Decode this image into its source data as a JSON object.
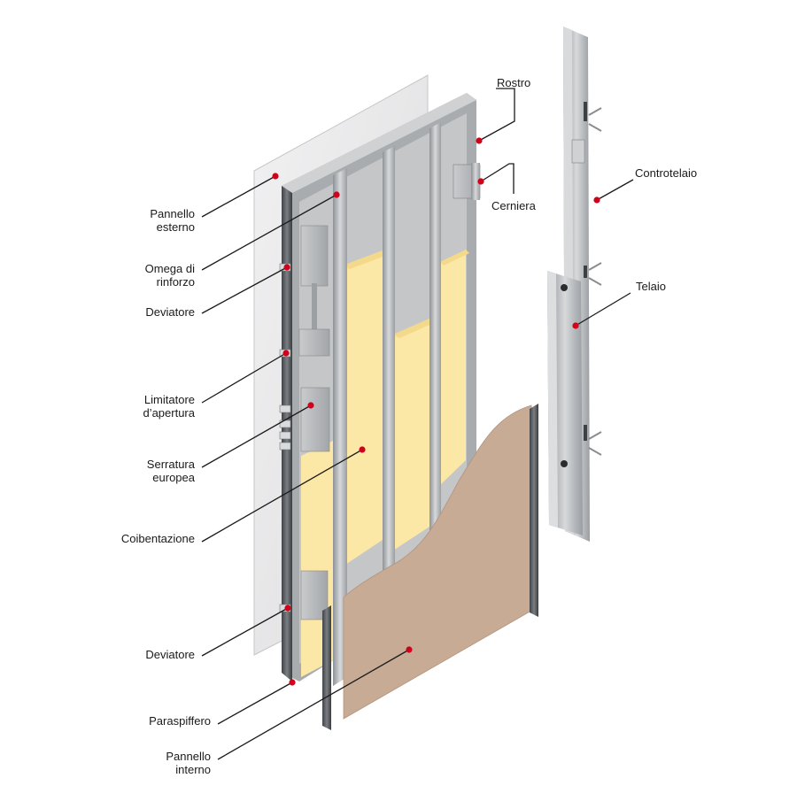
{
  "labels": {
    "pannello_esterno": [
      "Pannello",
      "esterno"
    ],
    "omega": [
      "Omega di",
      "rinforzo"
    ],
    "deviatore_top": "Deviatore",
    "limitatore": [
      "Limitatore",
      "d’apertura"
    ],
    "serratura": [
      "Serratura",
      "europea"
    ],
    "coibentazione": "Coibentazione",
    "deviatore_bottom": "Deviatore",
    "paraspiffero": "Paraspiffero",
    "pannello_interno": [
      "Pannello",
      "interno"
    ],
    "rostro": "Rostro",
    "cerniera": "Cerniera",
    "controtelaio": "Controtelaio",
    "telaio": "Telaio"
  },
  "colors": {
    "marker": "#d0021b",
    "leader": "#1a1a1a",
    "steel": "#b9bcbf",
    "steel_dark": "#7d8185",
    "insulation": "#fbe7a6",
    "inner_panel": "#c8ab95",
    "outer_panel": "#e8e8ea"
  }
}
